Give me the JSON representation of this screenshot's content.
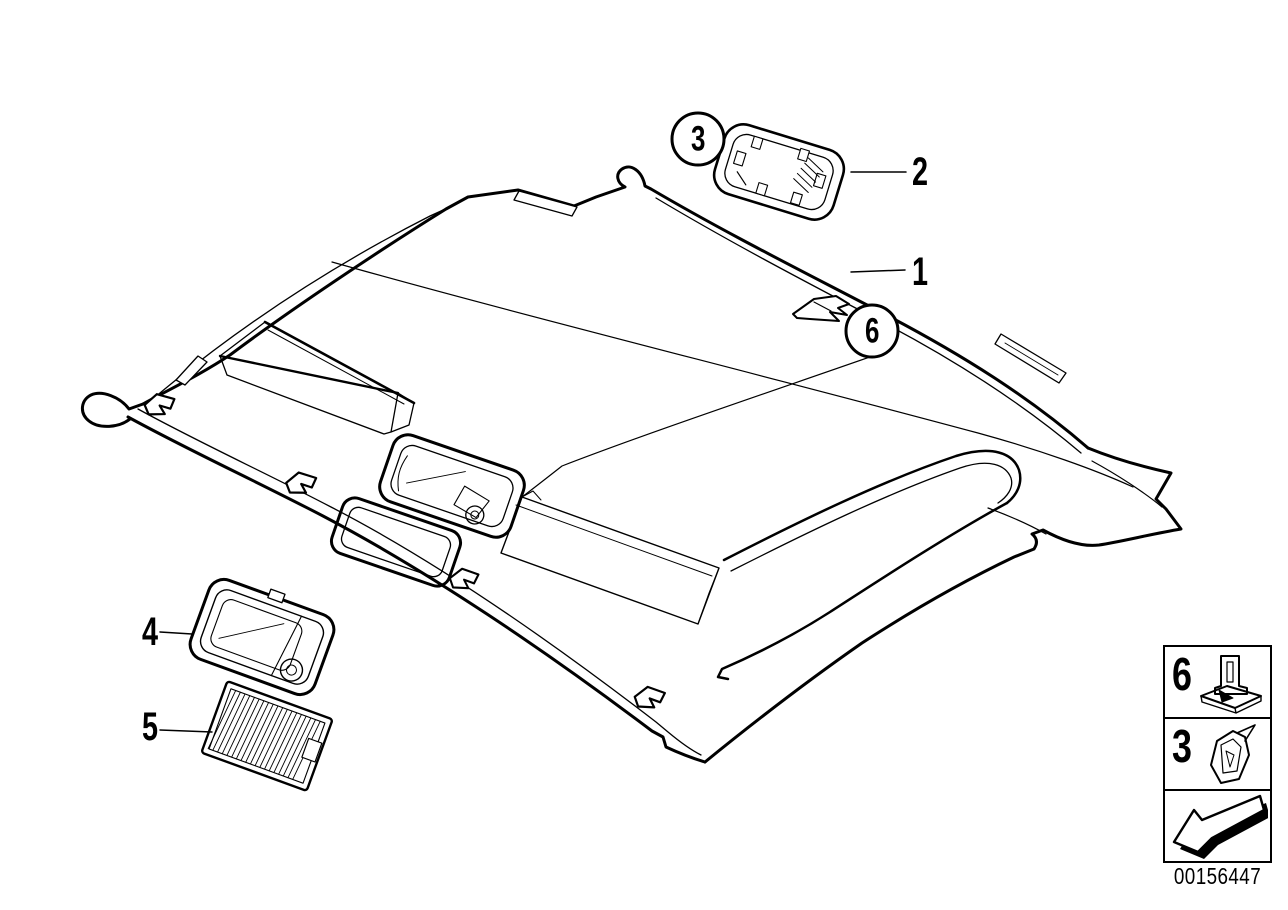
{
  "diagram": {
    "title_hint": "headliner-parts-exploded-view",
    "background_color": "#ffffff",
    "line_color": "#000000",
    "callouts": [
      {
        "label": "1",
        "style": "plain",
        "points_to": "headliner-panel"
      },
      {
        "label": "2",
        "style": "plain",
        "points_to": "lamp-mounting-frame"
      },
      {
        "label": "3",
        "style": "circled",
        "points_to": "lamp-mounting-frame-clip"
      },
      {
        "label": "4",
        "style": "plain",
        "points_to": "interior-reading-lamp"
      },
      {
        "label": "5",
        "style": "plain",
        "points_to": "lamp-grille"
      },
      {
        "label": "6",
        "style": "circled",
        "points_to": "headliner-retainer-clip"
      }
    ],
    "legend": {
      "rows": [
        {
          "label": "6",
          "icon": "retainer-clip-icon"
        },
        {
          "label": "3",
          "icon": "spring-clip-icon"
        },
        {
          "label": "",
          "icon": "direction-arrow-icon"
        }
      ]
    },
    "part_number": "00156447"
  }
}
